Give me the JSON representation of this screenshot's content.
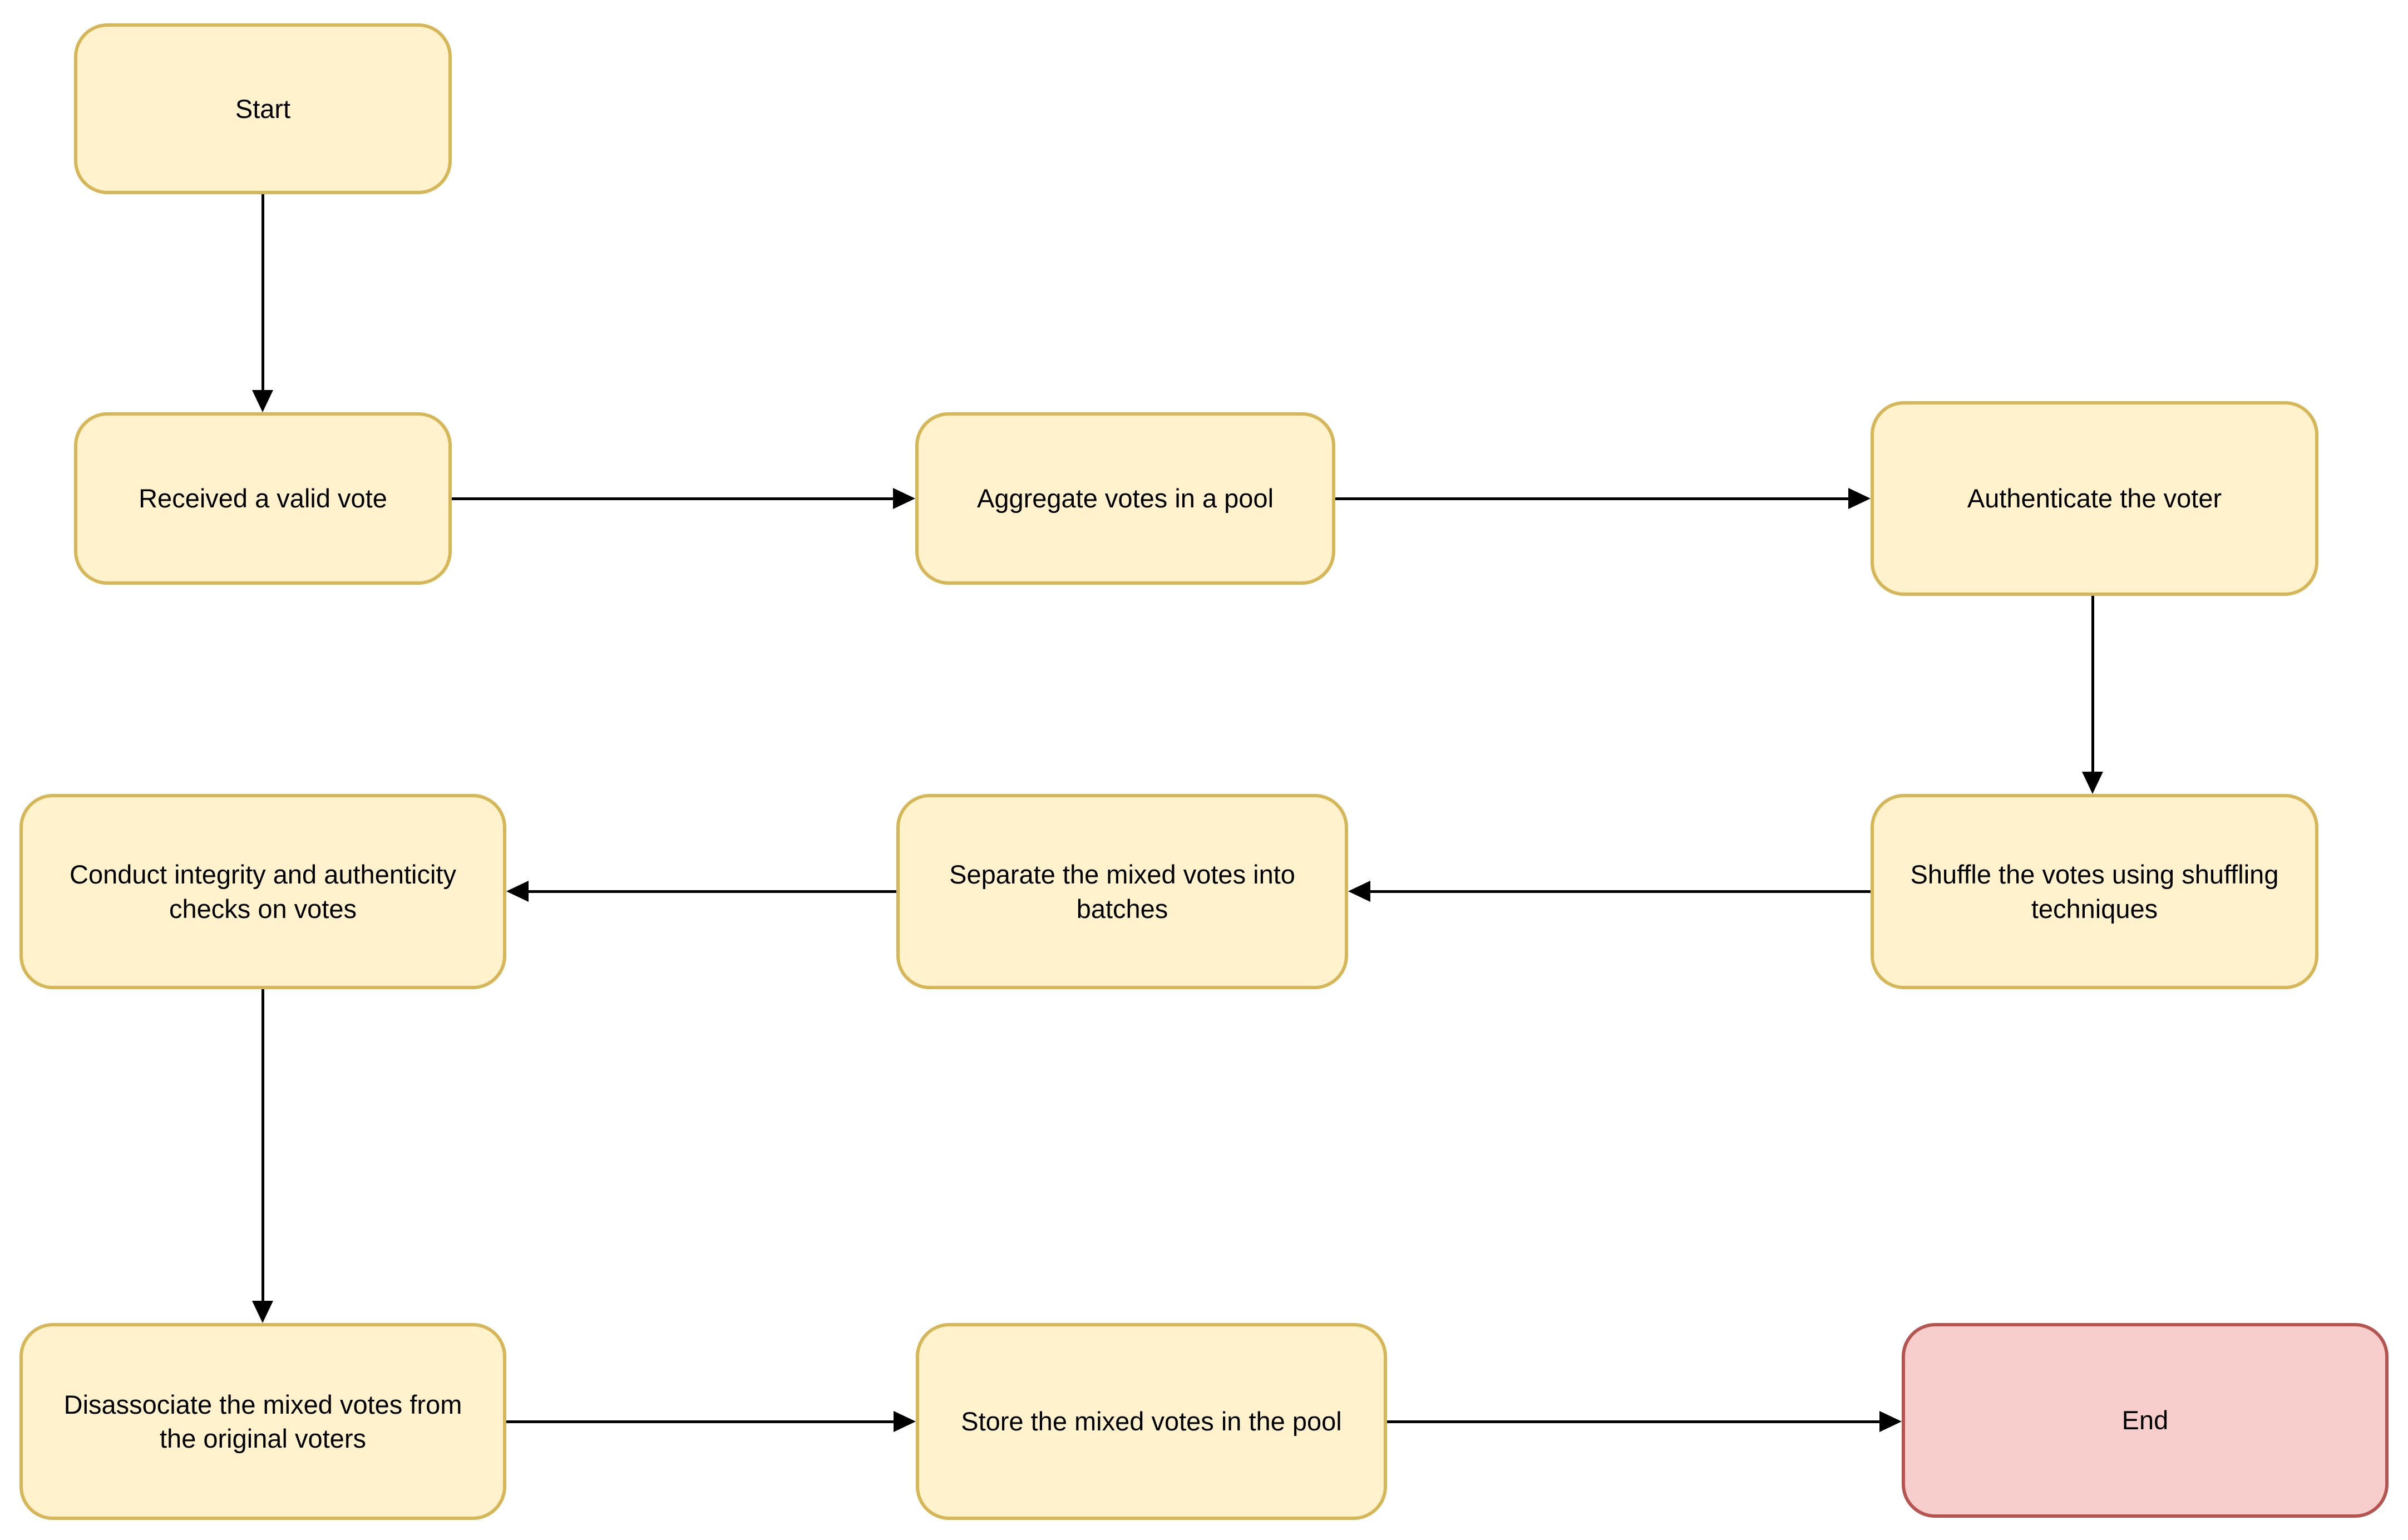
{
  "diagram": {
    "background_color": "#FFFFFF",
    "colors": {
      "process_fill": "#FFF2CC",
      "process_border": "#D6B656",
      "terminator_fill": "#F8CECC",
      "terminator_border": "#B85450",
      "arrow": "#000000",
      "text": "#000000"
    },
    "nodes": {
      "start": {
        "label": "Start",
        "type": "process"
      },
      "received": {
        "label": "Received a valid vote",
        "type": "process"
      },
      "aggregate": {
        "label": "Aggregate votes in a pool",
        "type": "process"
      },
      "authenticate": {
        "label": "Authenticate the voter",
        "type": "process"
      },
      "shuffle": {
        "label": "Shuffle the votes using shuffling techniques",
        "type": "process"
      },
      "separate": {
        "label": "Separate the mixed votes into batches",
        "type": "process"
      },
      "conduct": {
        "label": "Conduct integrity and authenticity checks on votes",
        "type": "process"
      },
      "disassociate": {
        "label": "Disassociate the mixed votes from the original voters",
        "type": "process"
      },
      "store": {
        "label": "Store the mixed votes in the pool",
        "type": "process"
      },
      "end": {
        "label": "End",
        "type": "terminator"
      }
    },
    "edges": [
      {
        "from": "start",
        "to": "received",
        "direction": "down"
      },
      {
        "from": "received",
        "to": "aggregate",
        "direction": "right"
      },
      {
        "from": "aggregate",
        "to": "authenticate",
        "direction": "right"
      },
      {
        "from": "authenticate",
        "to": "shuffle",
        "direction": "down"
      },
      {
        "from": "shuffle",
        "to": "separate",
        "direction": "left"
      },
      {
        "from": "separate",
        "to": "conduct",
        "direction": "left"
      },
      {
        "from": "conduct",
        "to": "disassociate",
        "direction": "down"
      },
      {
        "from": "disassociate",
        "to": "store",
        "direction": "right"
      },
      {
        "from": "store",
        "to": "end",
        "direction": "right"
      }
    ]
  }
}
